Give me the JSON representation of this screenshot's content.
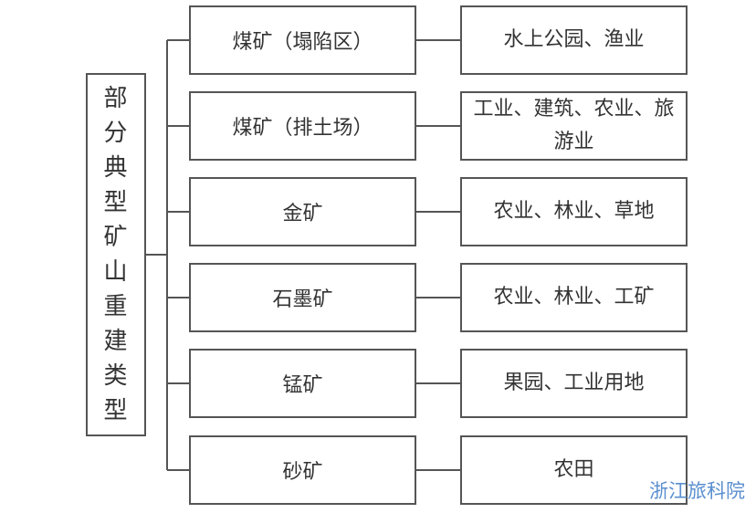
{
  "root": {
    "label": "部分典型矿山重建类型"
  },
  "rows": [
    {
      "mine": "煤矿（塌陷区）",
      "use": "水上公园、渔业"
    },
    {
      "mine": "煤矿（排土场）",
      "use": "工业、建筑、农业、旅游业"
    },
    {
      "mine": "金矿",
      "use": "农业、林业、草地"
    },
    {
      "mine": "石墨矿",
      "use": "农业、林业、工矿"
    },
    {
      "mine": "锰矿",
      "use": "果园、工业用地"
    },
    {
      "mine": "砂矿",
      "use": "农田"
    }
  ],
  "watermark": "浙江旅科院",
  "colors": {
    "line": "#555555",
    "watermark": "#5a8fcf"
  }
}
